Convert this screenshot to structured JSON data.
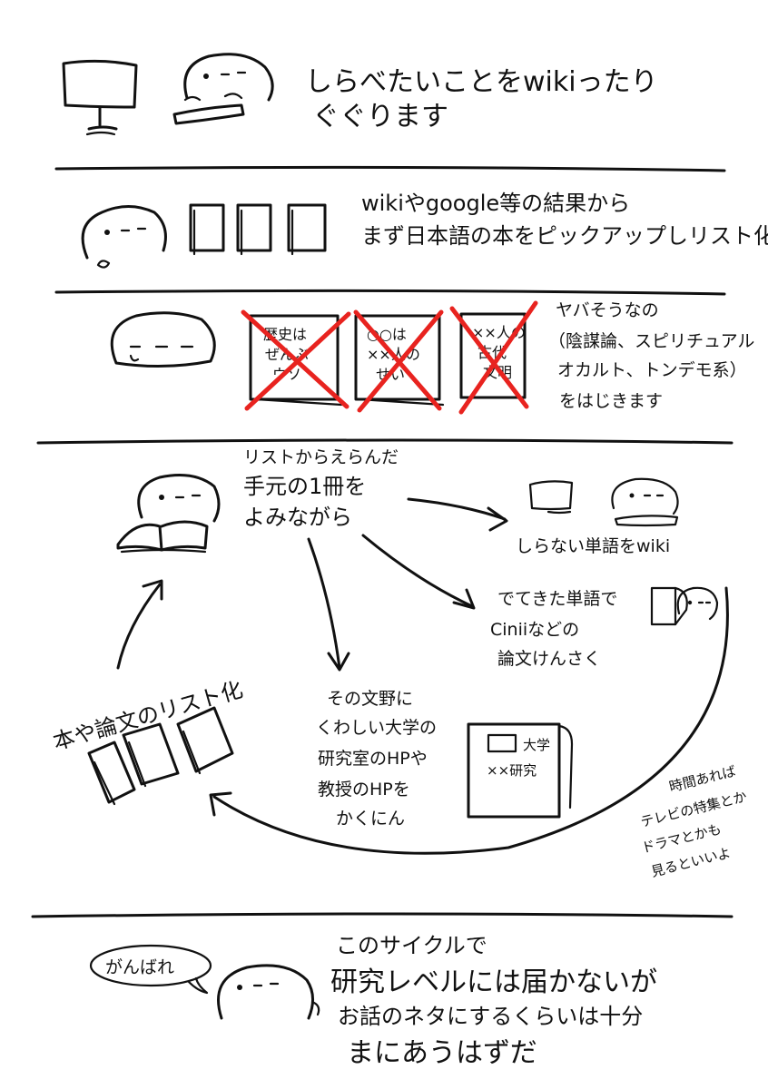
{
  "sections": {
    "s1": {
      "lines": [
        "しらべたいことをwikiったり",
        "ぐぐります"
      ]
    },
    "s2": {
      "lines": [
        "wikiやgoogle等の結果から",
        "まず日本語の本をピックアップしリスト化"
      ]
    },
    "s3": {
      "books": [
        {
          "lines": [
            "歴史は",
            "ぜんぶ",
            "ウソ"
          ]
        },
        {
          "lines": [
            "○○は",
            "××人の",
            "せい"
          ]
        },
        {
          "lines": [
            "××人の",
            "古代",
            "文明"
          ]
        }
      ],
      "lines": [
        "ヤバそうなの",
        "（陰謀論、スピリチュアル",
        "オカルト、トンデモ系）",
        "をはじきます"
      ]
    },
    "s4": {
      "center": [
        "リストからえらんだ",
        "手元の1冊を",
        "よみながら"
      ],
      "right_top": "しらない単語をwiki",
      "right_mid": [
        "でてきた単語で",
        "Ciniiなどの",
        "論文けんさく"
      ],
      "bottom_mid": [
        "その文野に",
        "くわしい大学の",
        "研究室のHPや",
        "教授のHPを",
        "かくにん"
      ],
      "left": "本や論文のリスト化",
      "poster": [
        "大学",
        "××研究"
      ],
      "side_note": [
        "時間あれば",
        "テレビの特集とか",
        "ドラマとかも",
        "見るといいよ"
      ]
    },
    "s5": {
      "bubble": "がんばれ",
      "lines": [
        "このサイクルで",
        "研究レベルには届かないが",
        "お話のネタにするくらいは十分",
        "まにあうはずだ"
      ]
    }
  }
}
